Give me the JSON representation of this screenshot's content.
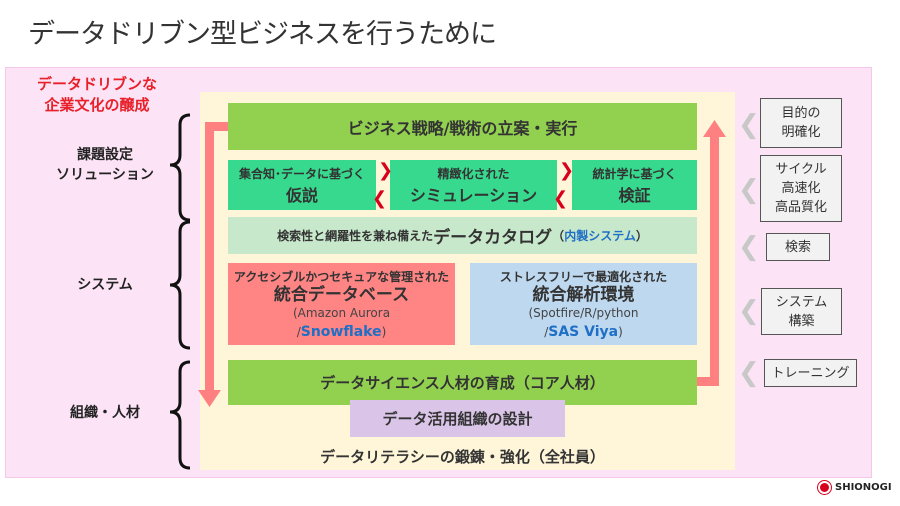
{
  "title": "データドリブン型ビジネスを行うために",
  "culture": [
    "データドリブンな",
    "企業文化の醸成"
  ],
  "left_labels": {
    "issue": [
      "課題設定",
      "ソリューション"
    ],
    "system": "システム",
    "org": "組織・人材"
  },
  "strategy": "ビジネス戦略/戦術の立案・実行",
  "steps": [
    {
      "sub": "集合知･データに基づく",
      "main": "仮説"
    },
    {
      "sub": "精緻化された",
      "main": "シミュレーション"
    },
    {
      "sub": "統計学に基づく",
      "main": "検証"
    }
  ],
  "catalog": {
    "prefix": "検索性と網羅性を兼ね備えた",
    "main": "データカタログ",
    "open": "（",
    "inhouse": "内製システム",
    "close": "）"
  },
  "database": {
    "sub": "アクセシブルかつセキュアな管理された",
    "main": "統合データベース",
    "tools": "(Amazon Aurora",
    "slash": "/",
    "highlight": "Snowflake",
    "close": ")"
  },
  "analysis": {
    "sub": "ストレスフリーで最適化された",
    "main": "統合解析環境",
    "tools": "(Spotfire/R/python",
    "slash": "/",
    "highlight": "SAS Viya",
    "close": ")"
  },
  "talent": "データサイエンス人材の育成（コア人材）",
  "org_design": "データ活用組織の設計",
  "literacy": "データリテラシーの鍛錬・強化（全社員）",
  "right_boxes": [
    [
      "目的の",
      "明確化"
    ],
    [
      "サイクル",
      "高速化",
      "高品質化"
    ],
    [
      "検索"
    ],
    [
      "システム",
      "構築"
    ],
    [
      "トレーニング"
    ]
  ],
  "logo": "SHIONOGI",
  "colors": {
    "accent_red": "#e8202a",
    "green": "#92d050",
    "teal": "#36d98d",
    "arrow": "#ff8080"
  }
}
